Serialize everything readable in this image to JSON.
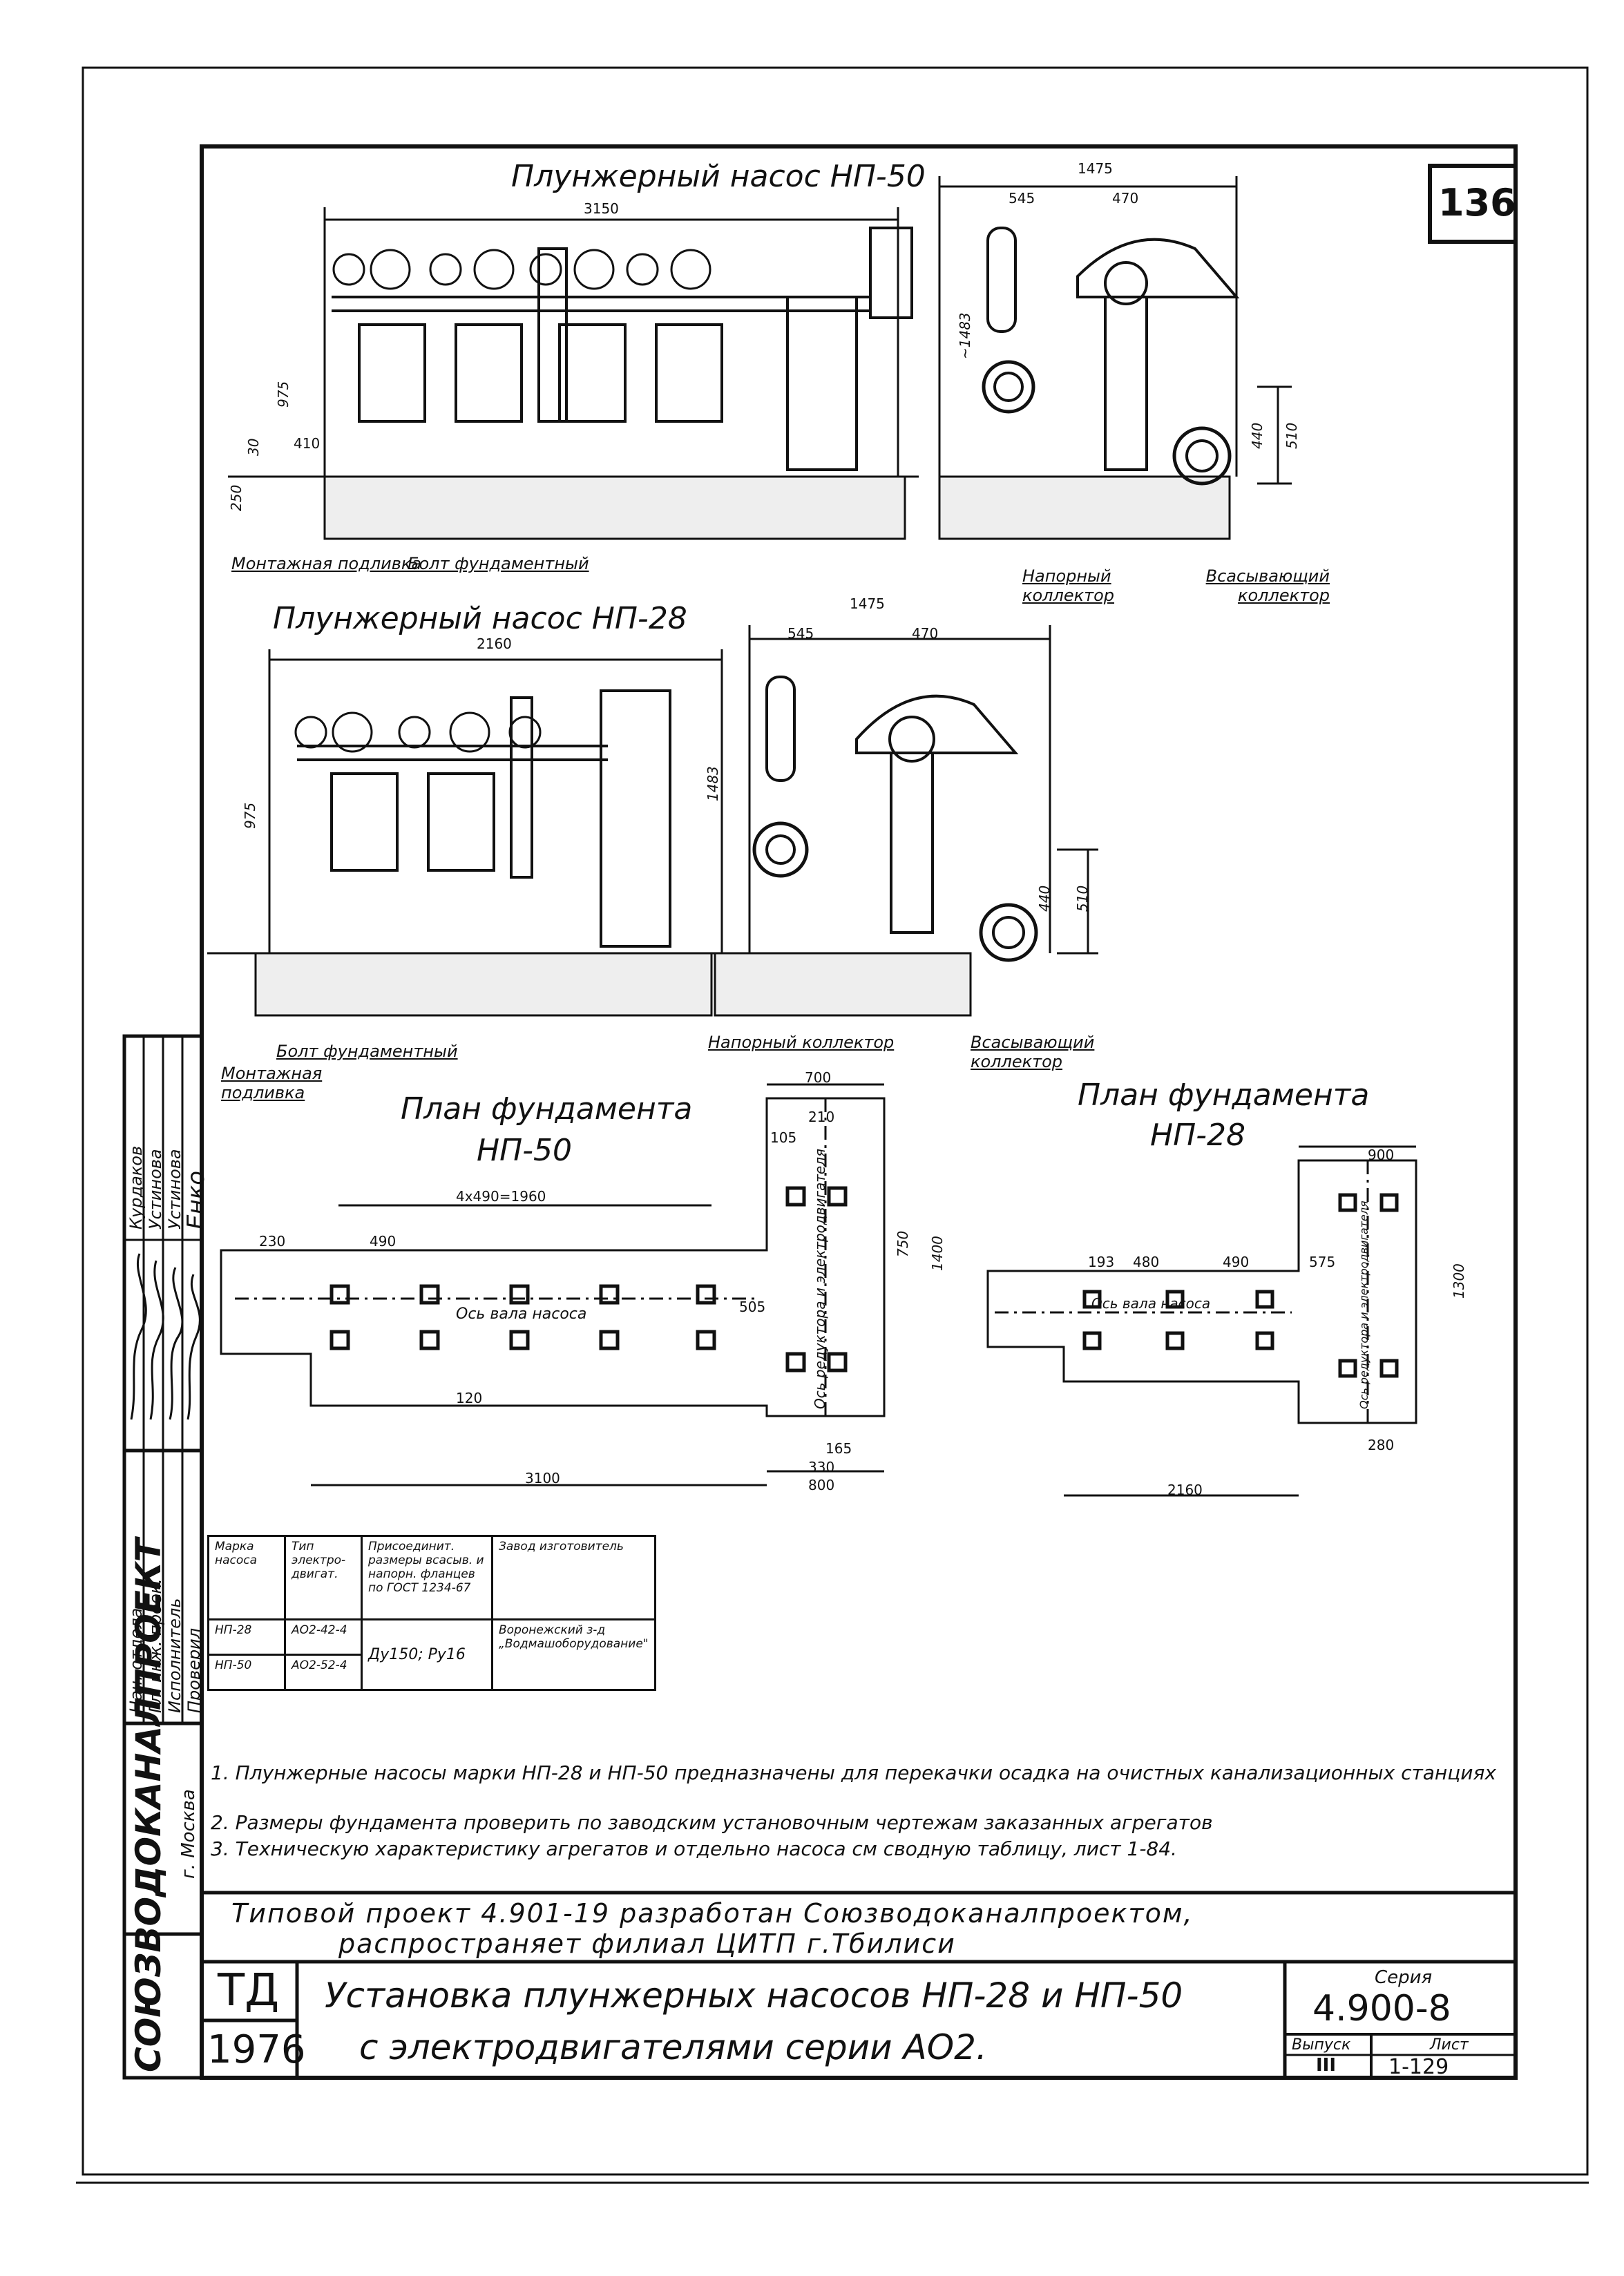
{
  "sheet": {
    "page_number": "136",
    "titles": {
      "np50": "Плунжерный насос НП-50",
      "np28": "Плунжерный насос НП-28",
      "plan50_l1": "План фундамента",
      "plan50_l2": "НП-50",
      "plan28_l1": "План фундамента",
      "plan28_l2": "НП-28"
    },
    "labels": {
      "montazh_podlivka_top": "Монтажная подливка",
      "bolt_top": "Болт фундаментный",
      "napor_top": "Напорный коллектор",
      "vsas_top": "Всасывающий коллектор",
      "bolt_mid": "Болт фундаментный",
      "montazh_mid": "Монтажная подливка",
      "napor_mid": "Напорный коллектор",
      "vsas_mid": "Всасывающий коллектор",
      "os_vala_50": "Ось вала насоса",
      "os_vala_28": "Ось вала насоса",
      "os_red_50": "Ось редуктора и электродвигателя",
      "os_red_28": "Ось редуктора и электродвигателя"
    },
    "dims": {
      "d3150": "3150",
      "d1475a": "1475",
      "d545a": "545",
      "d470a": "470",
      "d1483a": "~1483",
      "d975a": "975",
      "d410": "410",
      "d30": "30",
      "d250": "250",
      "d440a": "440",
      "d510a": "510",
      "d2160": "2160",
      "d1475b": "1475",
      "d545b": "545",
      "d470b": "470",
      "d975b": "975",
      "d1483b": "1483",
      "d440b": "440",
      "d510b": "510",
      "d700": "700",
      "d210": "210",
      "d105": "105",
      "d4x490": "4х490=1960",
      "d230": "230",
      "d490": "490",
      "d750": "750",
      "d1400": "1400",
      "d505": "505",
      "d120": "120",
      "d3100": "3100",
      "d800": "800",
      "d330": "330",
      "d165": "165",
      "d900": "900",
      "d193": "193",
      "d480": "480",
      "d499": "490",
      "d575": "575",
      "d1300": "1300",
      "d2160b": "2160",
      "d280": "280"
    },
    "table": {
      "headers": [
        "Марка насоса",
        "Тип электро-двигат.",
        "Присоединит. размеры всасыв. и напорн. фланцев по ГОСТ 1234-67",
        "Завод изготовитель"
      ],
      "rows": [
        [
          "НП-28",
          "АО2-42-4",
          "Ду150; Ру16",
          "Воронежский з-д „Водмашоборудование\""
        ],
        [
          "НП-50",
          "АО2-52-4",
          "",
          ""
        ]
      ]
    },
    "notes": [
      "1. Плунжерные насосы марки НП-28 и НП-50 предназначены для перекачки осадка на очистных канализационных станциях",
      "2. Размеры фундамента проверить по заводским установочным чертежам заказанных агрегатов",
      "3. Техническую характеристику агрегатов и отдельно насоса см сводную таблицу, лист 1-84."
    ],
    "project_line1": "Типовой проект 4.901-19 разработан Союзводоканалпроектом,",
    "project_line2": "распространяет филиал ЦИТП г.Тбилиси",
    "stamp": {
      "td": "ТД",
      "year": "1976",
      "title1": "Установка плунжерных насосов НП-28 и НП-50",
      "title2": "с электродвигателями серии АО2.",
      "seriya_label": "Серия",
      "seriya": "4.900-8",
      "vypusk_label": "Выпуск",
      "vypusk": "III",
      "list_label": "Лист",
      "list": "1-129"
    },
    "side": {
      "org": "СОЮЗВОДОКАНАЛПРОЕКТ",
      "city": "г. Москва",
      "roles": [
        "Нач. отдела",
        "Гл. инж. проек.",
        "Исполнитель",
        "Проверил"
      ],
      "names": [
        "Курдаков",
        "Устинова",
        "Устинова",
        "Енко"
      ]
    }
  }
}
